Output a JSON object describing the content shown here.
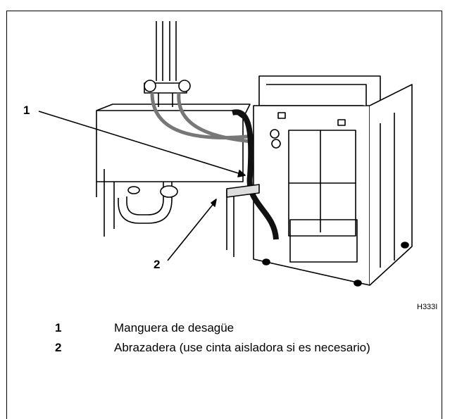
{
  "figure": {
    "code": "H333I",
    "callouts": [
      {
        "number": "1"
      },
      {
        "number": "2"
      }
    ]
  },
  "legend": [
    {
      "number": "1",
      "text": "Manguera de desagüe"
    },
    {
      "number": "2",
      "text": "Abrazadera (use cinta aisladora si es necesario)"
    }
  ],
  "colors": {
    "line": "#000000",
    "fill": "#ffffff",
    "shade": "#c8c8c8",
    "hose": "#111111"
  }
}
